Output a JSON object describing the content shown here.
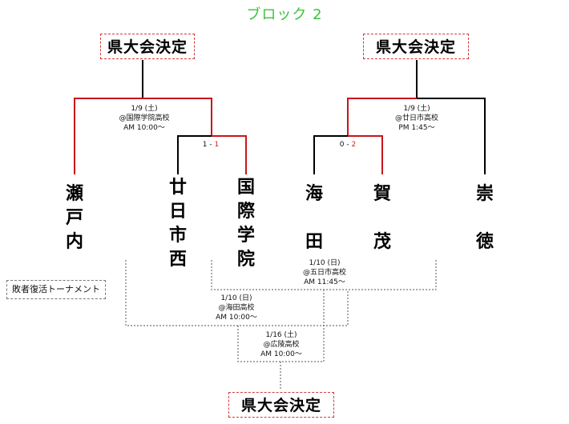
{
  "title": "ブロック 2",
  "final_label": "県大会決定",
  "repechage_label": "敗者復活トーナメント",
  "teams": [
    "瀬\n戸\n内",
    "廿\n日\n市\n西",
    "国\n際\n学\n院",
    "海\n\n田",
    "賀\n\n茂",
    "崇\n\n徳"
  ],
  "left_match": {
    "date": "1/9 (土)",
    "venue": "@国際学院高校",
    "time": "AM 10:00〜"
  },
  "left_sub_score": {
    "a": "1",
    "sep": " - ",
    "b": "1"
  },
  "right_match": {
    "date": "1/9 (土)",
    "venue": "@廿日市高校",
    "time": "PM 1:45〜"
  },
  "right_sub_score": {
    "a": "0",
    "sep": " - ",
    "b": "2"
  },
  "rep_match1": {
    "date": "1/10 (日)",
    "venue": "@五日市高校",
    "time": "AM 11:45〜"
  },
  "rep_match2": {
    "date": "1/10 (日)",
    "venue": "@海田高校",
    "time": "AM 10:00〜"
  },
  "rep_final": {
    "date": "1/16 (土)",
    "venue": "@広陵高校",
    "time": "AM 10:00〜"
  },
  "colors": {
    "winner_line": "#c8151b",
    "line": "#000000",
    "dotted": "#555555",
    "title": "#3cc23c"
  }
}
